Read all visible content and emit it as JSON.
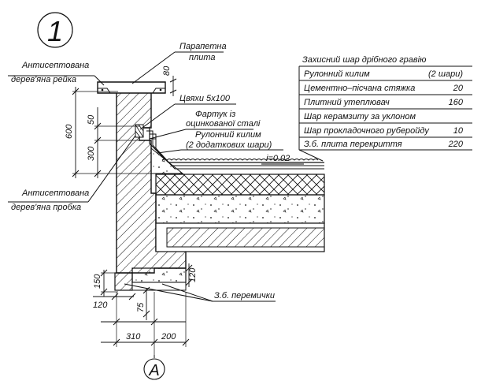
{
  "detail_number": "1",
  "axis_label": "A",
  "labels": {
    "parapet_slab": [
      "Парапетна",
      "плита"
    ],
    "antiseptic_rail": [
      "Антисептована",
      "дерев'яна рейка"
    ],
    "nails": "Цвяхи 5х100",
    "flashing": [
      "Фартук із",
      "оцинкованої сталі"
    ],
    "roll_carpet": [
      "Рулонний килим",
      "(2 додаткових шари)"
    ],
    "slope": "i=0.02",
    "antiseptic_plug": [
      "Антисептована",
      "дерев'яна пробка"
    ],
    "lintels": "З.б. перемички"
  },
  "layers_table": {
    "header": "Захисний шар дрібного гравію",
    "rows": [
      {
        "name": "Рулонний килим",
        "value": "(2 шари)"
      },
      {
        "name": "Цементно–пісчана стяжка",
        "value": "20"
      },
      {
        "name": "Плитний утеплювач",
        "value": "160"
      },
      {
        "name": "Шар керамзиту за уклоном",
        "value": ""
      },
      {
        "name": "Шар прокладочного руберойду",
        "value": "10"
      },
      {
        "name": "З.б. плита перекриття",
        "value": "220"
      }
    ]
  },
  "dimensions": {
    "parapet_slab_height": "80",
    "overall_height": "600",
    "flashing_zone": "50",
    "plug_zone": "300",
    "lintel_height": "150",
    "lintel_small": "120",
    "base_offset": "120",
    "bottom_small": "75",
    "wall_width": "310",
    "right_width": "200"
  }
}
